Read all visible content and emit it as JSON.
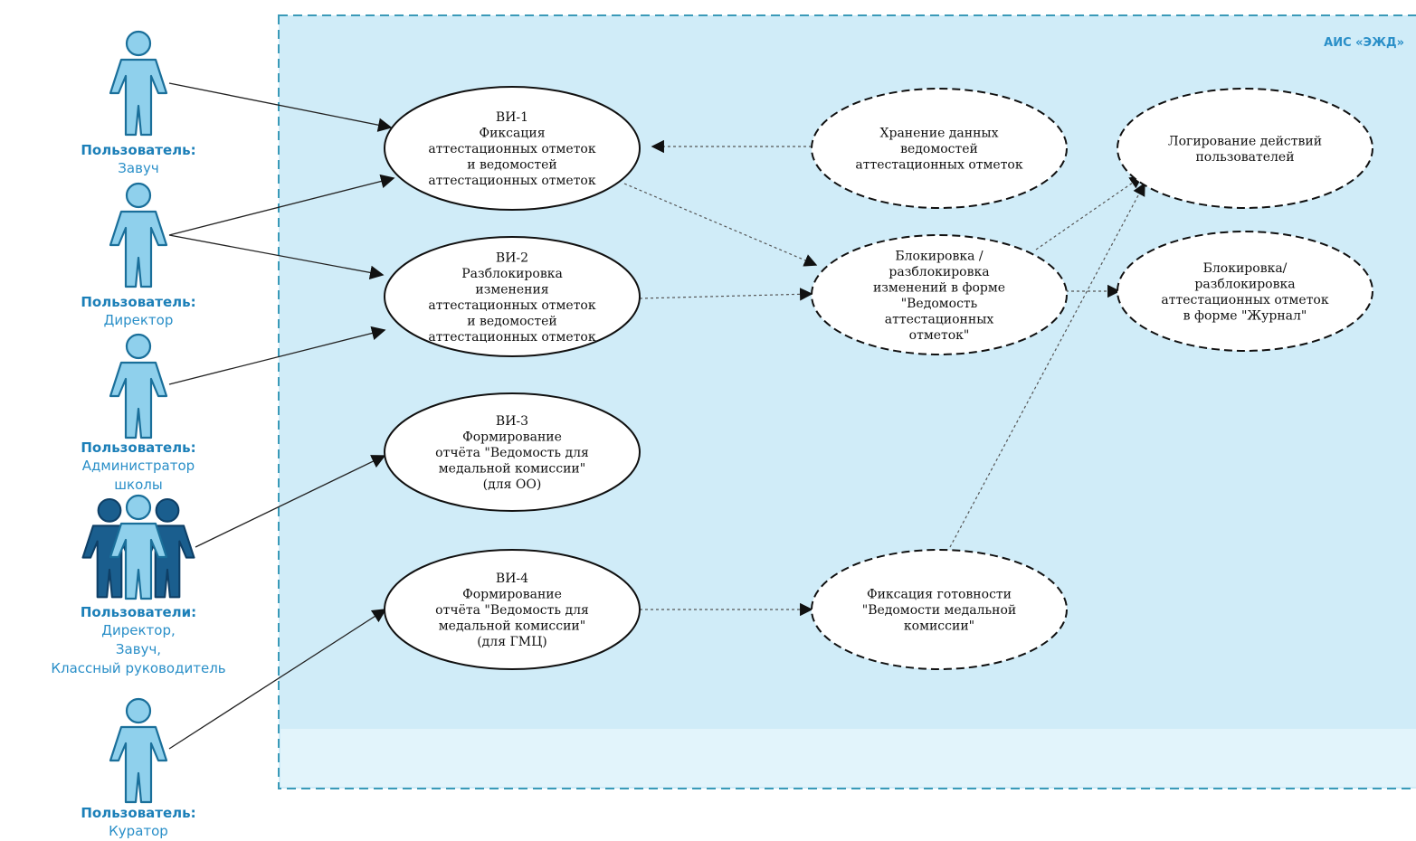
{
  "system": {
    "label": "АИС «ЭЖД»",
    "fill_color": "#d0ecf8",
    "border_color": "#3a9ab8"
  },
  "actors": [
    {
      "id": "zavuch",
      "title": "Пользователь:",
      "lines": [
        "Завуч"
      ],
      "icon": "person-icon"
    },
    {
      "id": "director",
      "title": "Пользователь:",
      "lines": [
        "Директор"
      ],
      "icon": "person-icon"
    },
    {
      "id": "admin",
      "title": "Пользователь:",
      "lines": [
        "Администратор",
        "школы"
      ],
      "icon": "person-icon"
    },
    {
      "id": "group",
      "title": "Пользователи:",
      "lines": [
        "Директор,",
        "Завуч,",
        "Классный руководитель"
      ],
      "icon": "person-group-icon"
    },
    {
      "id": "curator",
      "title": "Пользователь:",
      "lines": [
        "Куратор"
      ],
      "icon": "person-icon"
    }
  ],
  "use_cases": [
    {
      "id": "vi1",
      "lines": [
        "ВИ-1",
        "Фиксация",
        "аттестационных отметок",
        "и ведомостей",
        "аттестационных отметок"
      ],
      "dashed": false
    },
    {
      "id": "vi2",
      "lines": [
        "ВИ-2",
        "Разблокировка",
        "изменения",
        "аттестационных отметок",
        "и ведомостей",
        "аттестационных отметок"
      ],
      "dashed": false
    },
    {
      "id": "vi3",
      "lines": [
        "ВИ-3",
        "Формирование",
        "отчёта \"Ведомость для",
        "медальной комиссии\"",
        "(для ОО)"
      ],
      "dashed": false
    },
    {
      "id": "vi4",
      "lines": [
        "ВИ-4",
        "Формирование",
        "отчёта \"Ведомость для",
        "медальной комиссии\"",
        "(для ГМЦ)"
      ],
      "dashed": false
    },
    {
      "id": "store",
      "lines": [
        "Хранение данных",
        "ведомостей",
        "аттестационных отметок"
      ],
      "dashed": true
    },
    {
      "id": "block",
      "lines": [
        "Блокировка /",
        "разблокировка",
        "изменений в форме",
        "\"Ведомость",
        "аттестационных",
        "отметок\""
      ],
      "dashed": true
    },
    {
      "id": "medal",
      "lines": [
        "Фиксация готовности",
        "\"Ведомости медальной",
        "комиссии\""
      ],
      "dashed": true
    },
    {
      "id": "log",
      "lines": [
        "Логирование действий",
        "пользователей"
      ],
      "dashed": true
    },
    {
      "id": "journal",
      "lines": [
        "Блокировка/",
        "разблокировка",
        "аттестационных отметок",
        "в форме \"Журнал\""
      ],
      "dashed": true
    }
  ],
  "colors": {
    "actor_fill": "#8fd0ec",
    "actor_stroke": "#1a6f9a",
    "group_dark": "#1a5e8e"
  }
}
